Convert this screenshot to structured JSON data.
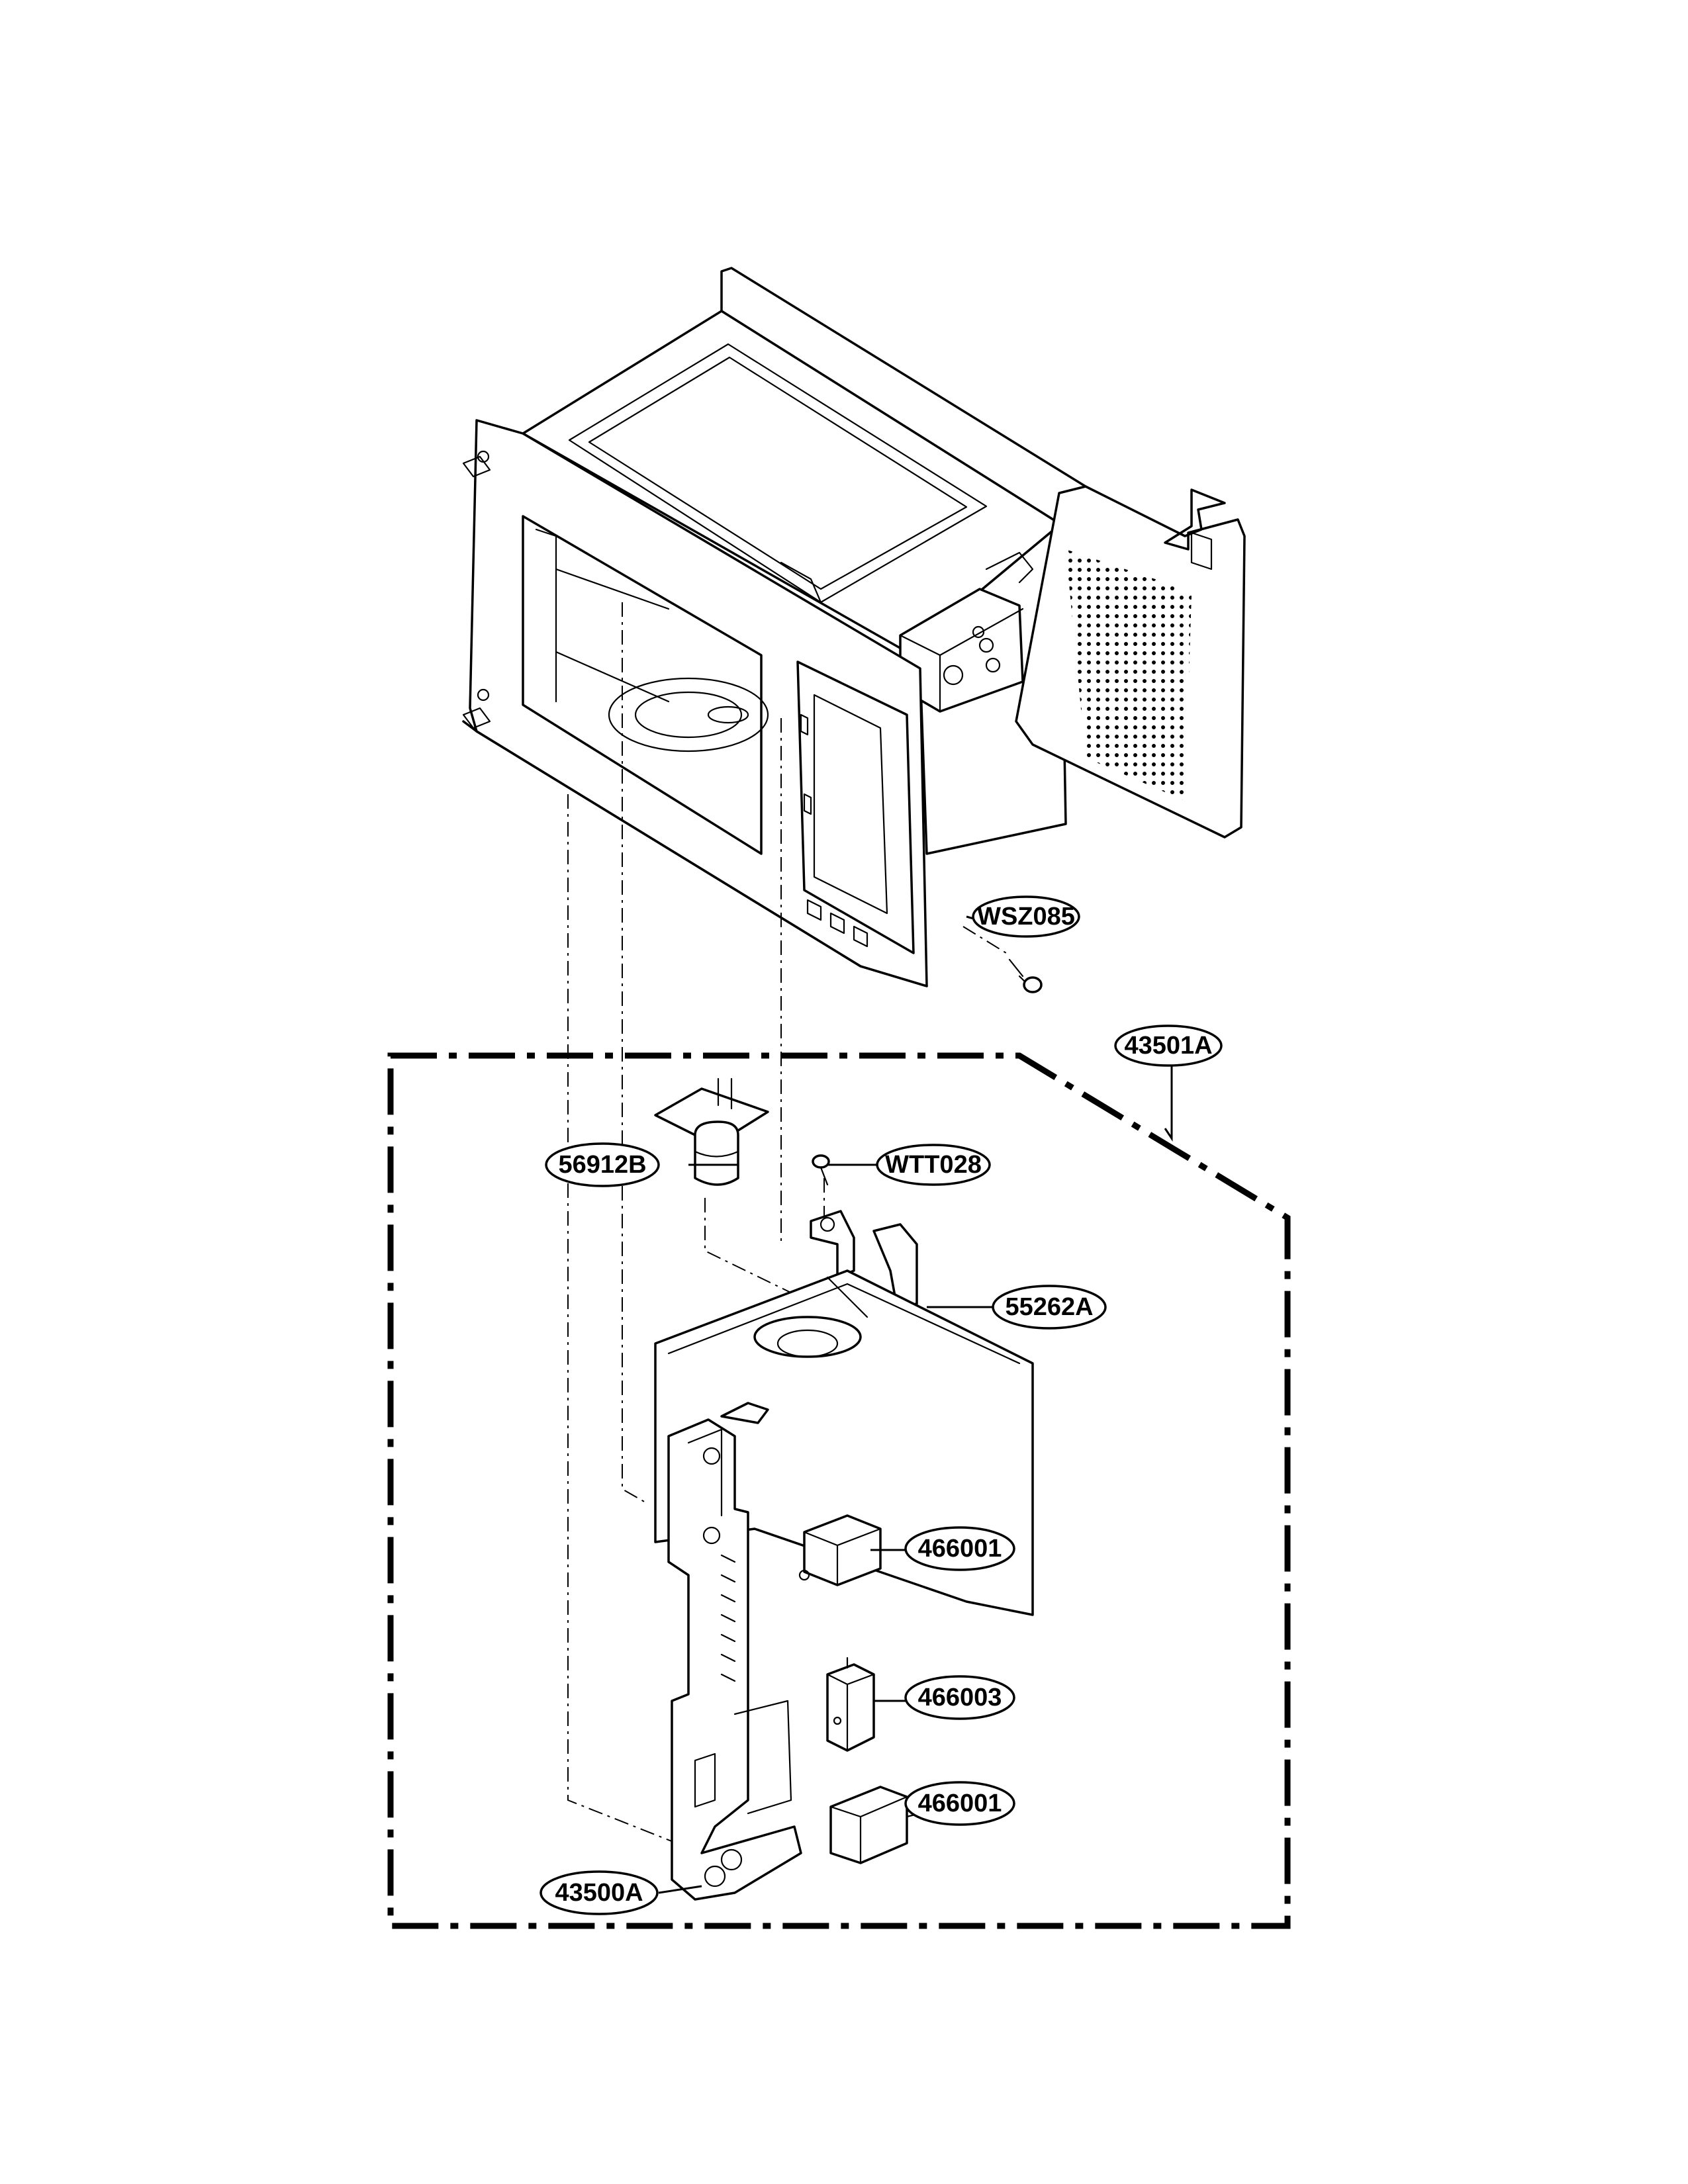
{
  "callouts": [
    {
      "id": "wsz085",
      "label": "WSZ085"
    },
    {
      "id": "a43501",
      "label": "43501A"
    },
    {
      "id": "b56912",
      "label": "56912B"
    },
    {
      "id": "wtt028",
      "label": "WTT028"
    },
    {
      "id": "a55262",
      "label": "55262A"
    },
    {
      "id": "p466001a",
      "label": "466001"
    },
    {
      "id": "p466003",
      "label": "466003"
    },
    {
      "id": "p466001b",
      "label": "466001"
    },
    {
      "id": "a43500",
      "label": "43500A"
    }
  ]
}
